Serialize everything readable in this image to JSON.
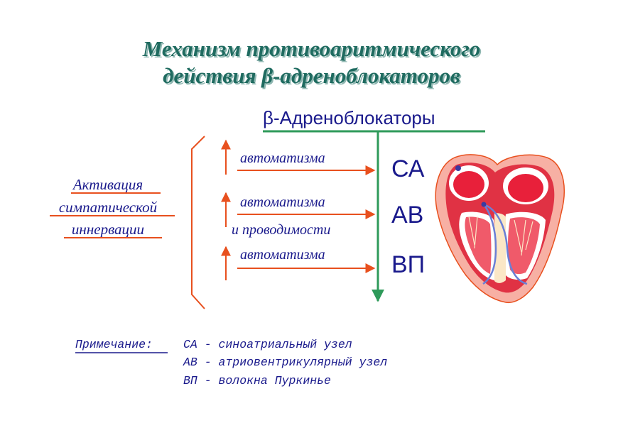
{
  "title": {
    "line1": "Механизм противоаритмического",
    "line2": "действия β-адреноблокаторов"
  },
  "drug_label": "β-Адреноблокаторы",
  "left_labels": [
    "Активация",
    "симпатической",
    "иннервации"
  ],
  "effects": [
    {
      "text": "автоматизма"
    },
    {
      "text": "автоматизма",
      "text2": "и проводимости"
    },
    {
      "text": "автоматизма"
    }
  ],
  "nodes": [
    "СА",
    "АВ",
    "ВП"
  ],
  "note": {
    "label": "Примечание:",
    "items": [
      "СА - синоатриальный узел",
      "АВ - атриовентрикулярный узел",
      "ВП - волокна Пуркинье"
    ]
  },
  "colors": {
    "arrow": "#e8501e",
    "green": "#2e9a5a",
    "text": "#1a1a8c",
    "title": "#1f6b60"
  },
  "heart_image": "heart-icon"
}
